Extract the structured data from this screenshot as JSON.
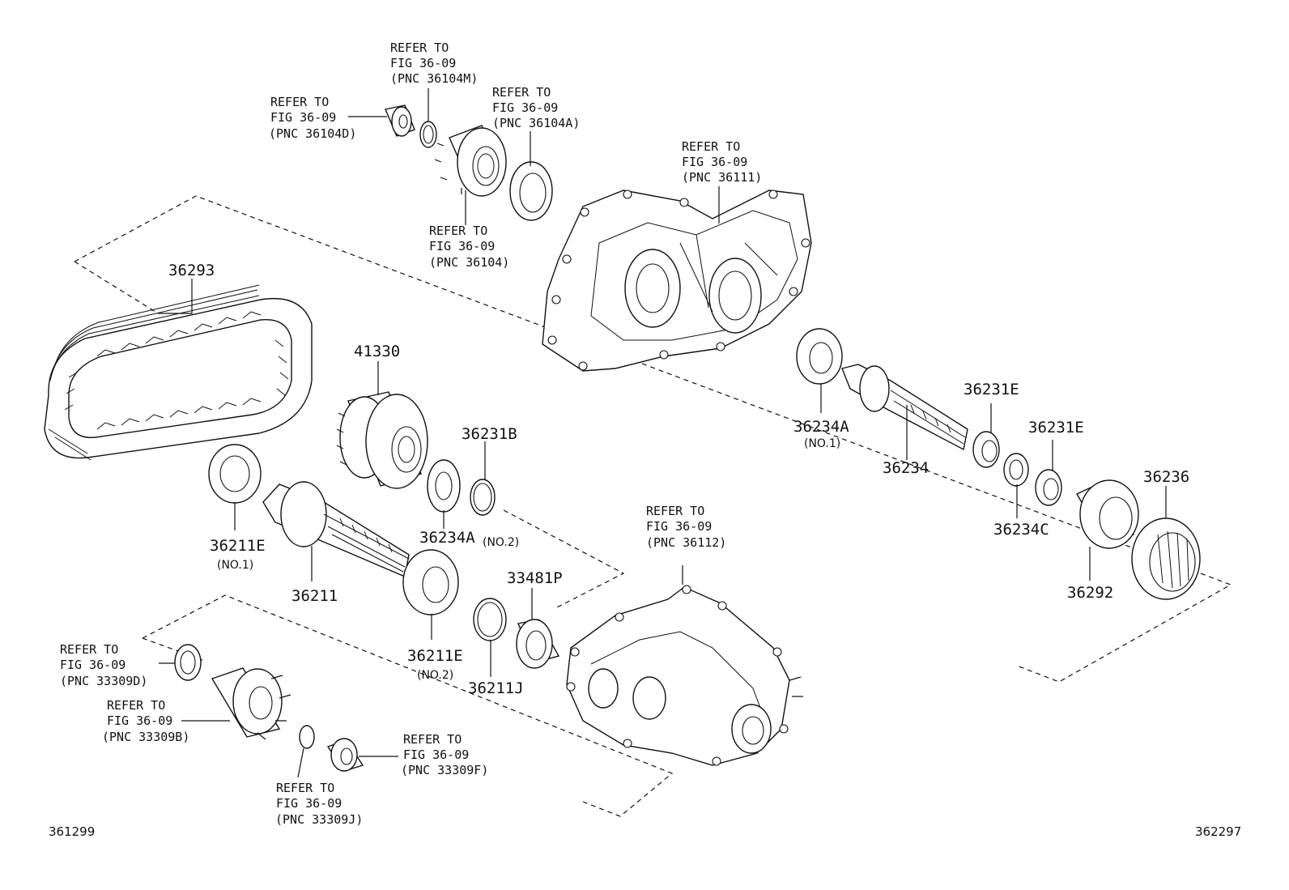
{
  "refs": {
    "r36104M": {
      "l1": "REFER TO",
      "l2": "FIG 36-09",
      "l3": "(PNC 36104M)"
    },
    "r36104D": {
      "l1": "REFER TO",
      "l2": "FIG 36-09",
      "l3": "(PNC 36104D)"
    },
    "r36104A": {
      "l1": "REFER TO",
      "l2": "FIG 36-09",
      "l3": "(PNC 36104A)"
    },
    "r36104": {
      "l1": "REFER TO",
      "l2": "FIG 36-09",
      "l3": "(PNC 36104)"
    },
    "r36111": {
      "l1": "REFER TO",
      "l2": "FIG 36-09",
      "l3": "(PNC 36111)"
    },
    "r36112": {
      "l1": "REFER TO",
      "l2": "FIG 36-09",
      "l3": "(PNC 36112)"
    },
    "r33309D": {
      "l1": "REFER TO",
      "l2": "FIG 36-09",
      "l3": "(PNC 33309D)"
    },
    "r33309B": {
      "l1": "REFER TO",
      "l2": "FIG 36-09",
      "l3": "(PNC 33309B)"
    },
    "r33309F": {
      "l1": "REFER TO",
      "l2": "FIG 36-09",
      "l3": "(PNC 33309F)"
    },
    "r33309J": {
      "l1": "REFER TO",
      "l2": "FIG 36-09",
      "l3": "(PNC 33309J)"
    }
  },
  "parts": {
    "p36293": "36293",
    "p41330": "41330",
    "p36231B": "36231B",
    "p36234A_1": "36234A",
    "p36234A_1_sub": "(NO.1)",
    "p36234": "36234",
    "p36231E_1": "36231E",
    "p36231E_2": "36231E",
    "p36234A_2": "36234A",
    "p36234A_2_sub": "(NO.2)",
    "p36211E_1": "36211E",
    "p36211E_1_sub": "(NO.1)",
    "p36211": "36211",
    "p33481P": "33481P",
    "p36211E_2": "36211E",
    "p36211E_2_sub": "(NO.2)",
    "p36211J": "36211J",
    "p36234C": "36234C",
    "p36236": "36236",
    "p36292": "36292"
  },
  "codes": {
    "left": "361299",
    "right": "362297"
  }
}
